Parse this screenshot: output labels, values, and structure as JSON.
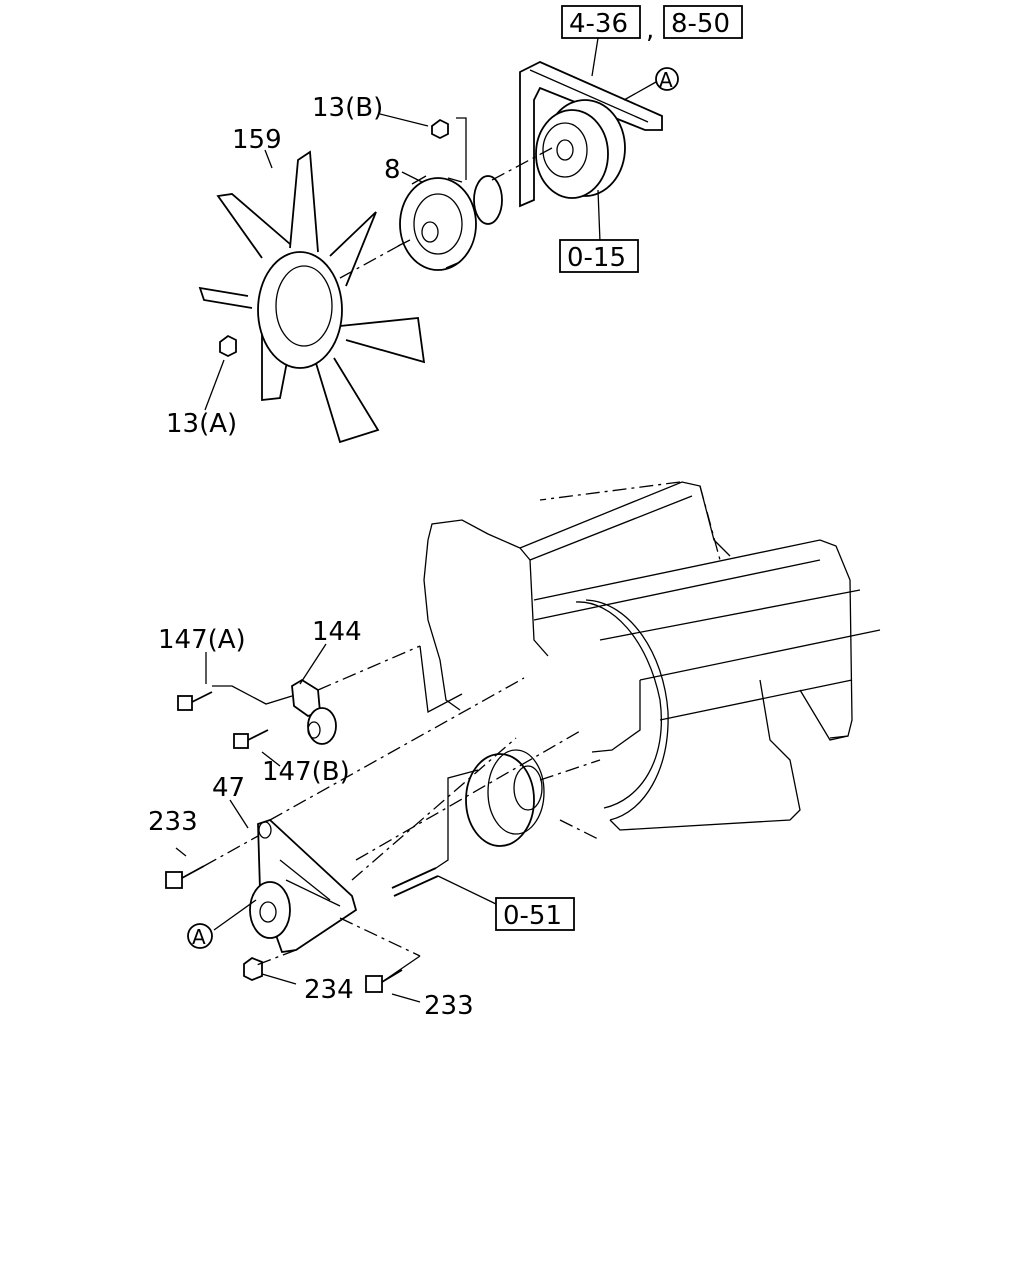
{
  "labels": {
    "ref_4_36": "4-36",
    "comma": ",",
    "ref_8_50": "8-50",
    "circle_a_top": "A",
    "p13b": "13(B)",
    "p159": "159",
    "p8": "8",
    "ref_0_15": "0-15",
    "p13a": "13(A)",
    "p147a": "147(A)",
    "p144": "144",
    "p147b": "147(B)",
    "p47": "47",
    "p233_left": "233",
    "circle_a_bottom": "A",
    "ref_0_51": "0-51",
    "p234": "234",
    "p233_bottom": "233"
  }
}
